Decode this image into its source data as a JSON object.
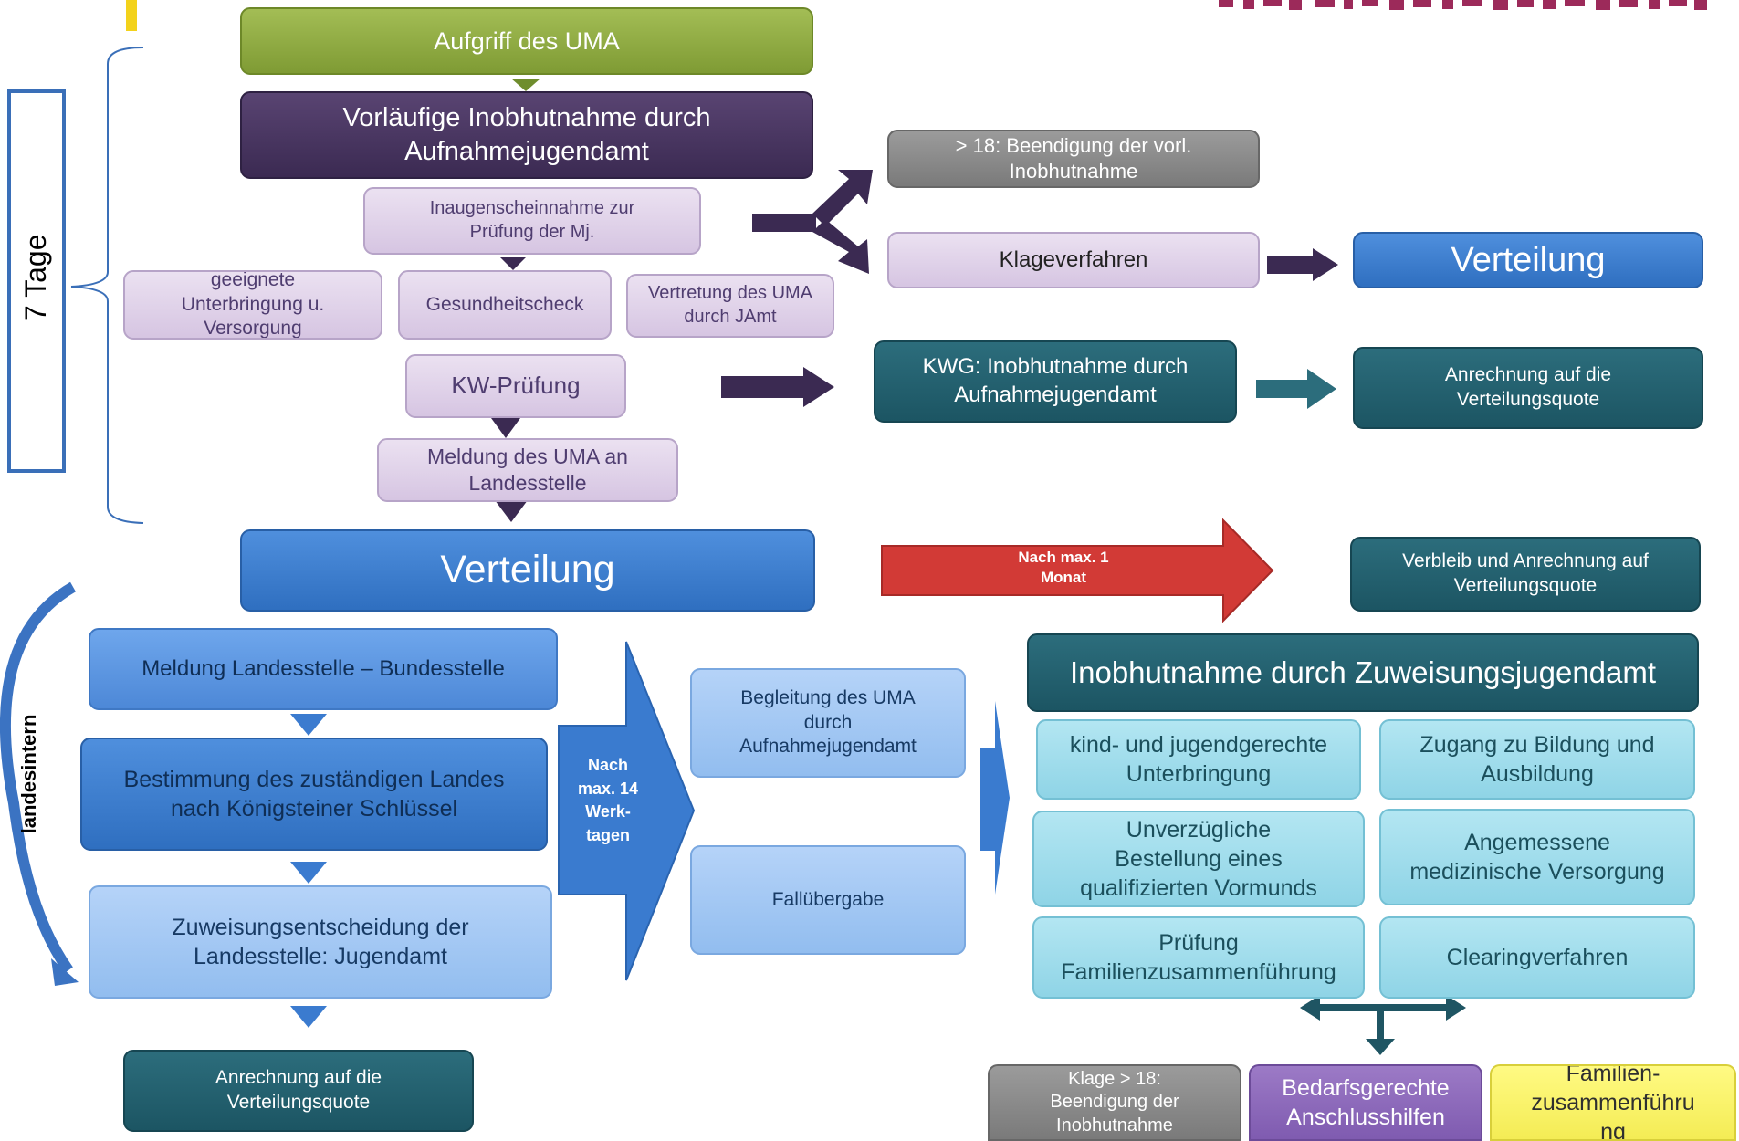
{
  "flow": {
    "aufgriff": "Aufgriff des UMA",
    "vorlaeufige": "Vorläufige Inobhutnahme durch Aufnahmejugendamt",
    "inaugenschein": "Inaugenscheinnahme zur Prüfung der Mj.",
    "unterbringung": "geeignete Unterbringung u. Versorgung",
    "gesundheit": "Gesundheitscheck",
    "vertretung": "Vertretung des UMA durch JAmt",
    "kw_pruefung": "KW-Prüfung",
    "meldung_landesstelle": "Meldung des UMA an Landesstelle",
    "beendigung": "> 18: Beendigung der vorl. Inobhutnahme",
    "klageverfahren": "Klageverfahren",
    "verteilung_top": "Verteilung",
    "kwg": "KWG: Inobhutnahme durch Aufnahmejugendamt",
    "anrechnung_top": "Anrechnung auf die Verteilungsquote",
    "verteilung_main": "Verteilung",
    "nach_monat": "Nach max. 1 Monat",
    "verbleib": "Verbleib und Anrechnung auf Verteilungsquote",
    "meldung_bund": "Meldung Landesstelle – Bundesstelle",
    "bestimmung": "Bestimmung des zuständigen Landes nach Königsteiner Schlüssel",
    "zuweisungsentscheidung": "Zuweisungsentscheidung der Landesstelle: Jugendamt",
    "anrechnung_bottom": "Anrechnung auf die Verteilungsquote",
    "nach_14": "Nach max. 14 Werk-tagen",
    "begleitung": "Begleitung des UMA durch Aufnahmejugendamt",
    "falluebergabe": "Fallübergabe",
    "zuweisungsjugendamt": "Inobhutnahme durch Zuweisungsjugendamt",
    "kindgerecht": "kind- und jugendgerechte Unterbringung",
    "bildung": "Zugang zu Bildung und Ausbildung",
    "vormund": "Unverzügliche Bestellung eines qualifizierten Vormunds",
    "medizin": "Angemessene medizinische Versorgung",
    "familienpruefung": "Prüfung Familienzusammenführung",
    "clearing": "Clearingverfahren",
    "klage18": "Klage > 18: Beendigung der Inobhutnahme",
    "anschluss": "Bedarfsgerechte Anschlusshilfen",
    "familie": "Familien-zusammenführung"
  },
  "labels": {
    "sieben_tage": "7 Tage",
    "landesintern": "landesintern"
  },
  "colors": {
    "green": "#8aa63e",
    "dark_purple": "#46355f",
    "lilac": "#ddd0e8",
    "grey": "#8a8a8a",
    "blue": "#3b7bcf",
    "teal": "#245f6e",
    "light_blue": "#a2c7f3",
    "cyan": "#9edcec",
    "violet": "#8a67b8",
    "yellow": "#f8f070",
    "red": "#d23a36",
    "logo": "#9c2a5a"
  }
}
